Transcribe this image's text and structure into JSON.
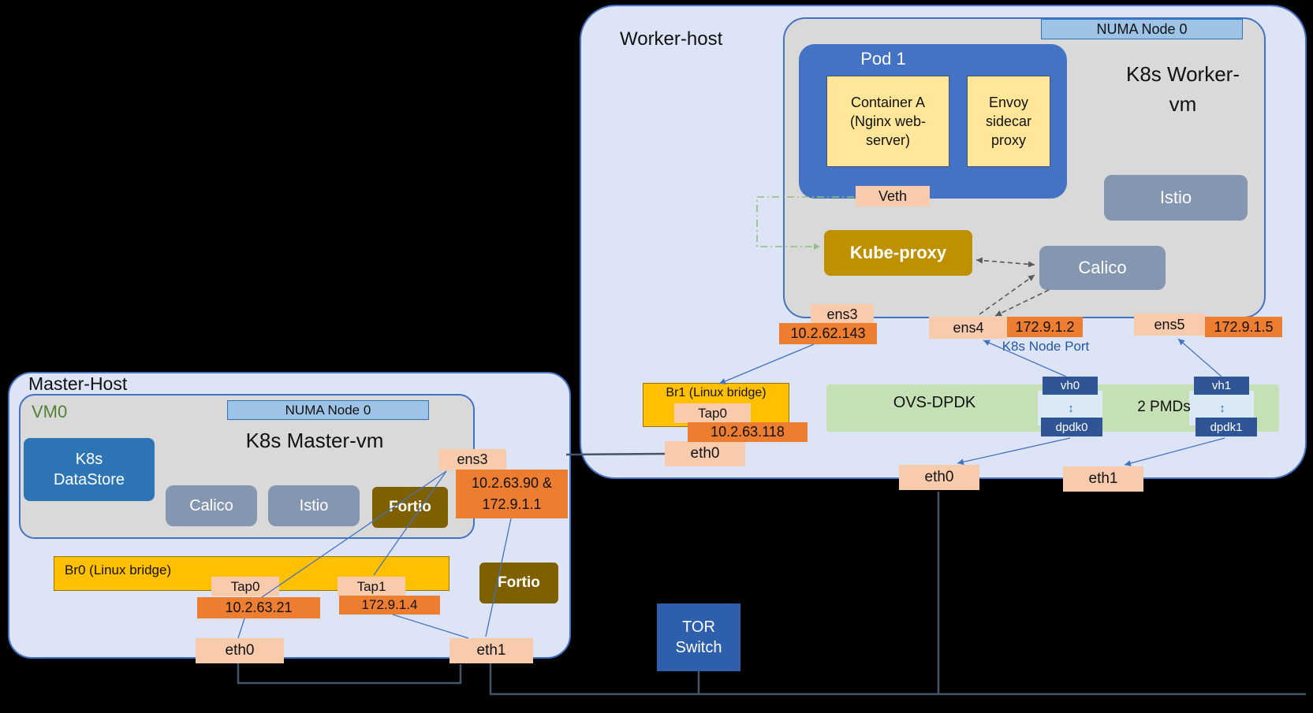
{
  "worker": {
    "label": "Worker-host",
    "vm": {
      "numa": "NUMA Node 0",
      "title": "K8s Worker-vm",
      "pod": {
        "label": "Pod 1",
        "container_a": "Container A (Nginx web-server)",
        "envoy": "Envoy sidecar proxy"
      },
      "veth": "Veth",
      "kube_proxy": "Kube-proxy",
      "calico": "Calico",
      "istio": "Istio",
      "ens3_label": "ens3",
      "ens3_ip": "10.2.62.143",
      "ens4_label": "ens4",
      "ens4_ip": "172.9.1.2",
      "ens5_label": "ens5",
      "ens5_ip": "172.9.1.5",
      "node_port": "K8s Node Port"
    },
    "br1_label": "Br1 (Linux bridge)",
    "tap0": "Tap0",
    "tap0_ip": "10.2.63.118",
    "ovs": {
      "label": "OVS-DPDK",
      "pmds": "2 PMDs",
      "vh0": "vh0",
      "vh1": "vh1",
      "dpdk0": "dpdk0",
      "dpdk1": "dpdk1",
      "updown_icon": "↕"
    },
    "eth0_left": "eth0",
    "eth0_mid": "eth0",
    "eth1": "eth1"
  },
  "master": {
    "label": "Master-Host",
    "vm": {
      "label": "VM0",
      "numa": "NUMA Node 0",
      "title": "K8s Master-vm",
      "datastore": "K8s DataStore",
      "calico": "Calico",
      "istio": "Istio",
      "fortio": "Fortio",
      "ens3_label": "ens3",
      "ens3_ip": "10.2.63.90 & 172.9.1.1"
    },
    "br0_label": "Br0 (Linux bridge)",
    "tap0": "Tap0",
    "tap0_ip": "10.2.63.21",
    "tap1": "Tap1",
    "tap1_ip": "172.9.1.4",
    "fortio": "Fortio",
    "eth0": "eth0",
    "eth1": "eth1"
  },
  "tor": {
    "label": "TOR Switch"
  },
  "colors": {
    "host_fill": "#dce4f6",
    "accent_blue": "#4472c4",
    "orange": "#ed7d31",
    "peach": "#f8cbad",
    "gold": "#bf9000",
    "olive": "#7f6000",
    "grayblue": "#8496b0",
    "green": "#c5e0b4",
    "navy": "#2f5597",
    "bridge_yellow": "#ffc000",
    "container_yellow": "#ffe699",
    "node_port_text": "#2456a4",
    "vm0_text": "#538135"
  }
}
